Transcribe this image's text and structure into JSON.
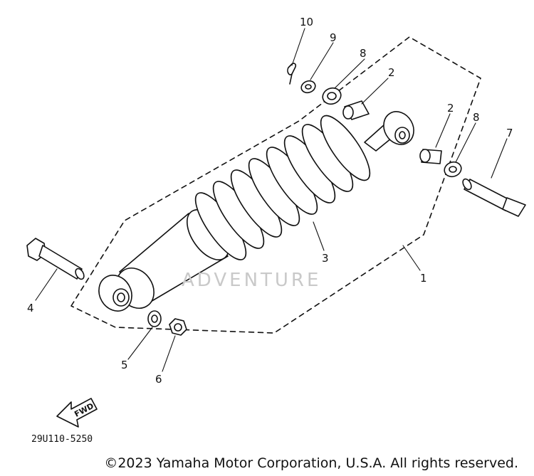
{
  "callouts": [
    "10",
    "9",
    "8",
    "2",
    "2",
    "8",
    "7",
    "4",
    "3",
    "1",
    "5",
    "6"
  ],
  "direction_label": "FWD",
  "part_code": "29U110-5250",
  "watermark": "ADVENTURE",
  "copyright": "©2023 Yamaha Motor Corporation, U.S.A. All rights reserved."
}
